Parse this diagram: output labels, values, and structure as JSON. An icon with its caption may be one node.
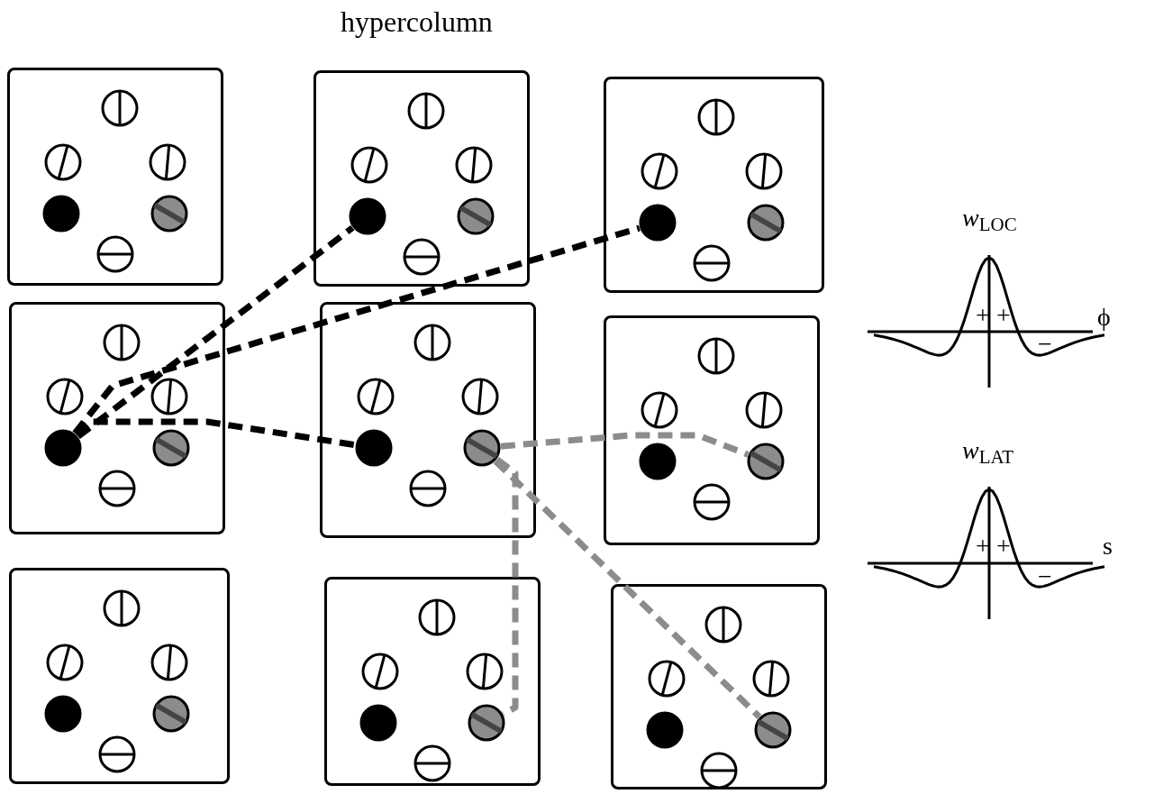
{
  "diagram": {
    "nodes": [
      {
        "text": [],
        "shape": "box"
      },
      {
        "text": [],
        "shape": "circle",
        "in": 0
      },
      {
        "text": [],
        "shape": "circle",
        "in": 0
      },
      {
        "text": [],
        "shape": "circle",
        "in": 0
      },
      {
        "text": [],
        "shape": "circle",
        "in": 0
      },
      {
        "text": [],
        "shape": "circle",
        "in": 0
      },
      {
        "text": [],
        "shape": "circle",
        "in": 0
      },
      {
        "text": [],
        "shape": "box"
      },
      {
        "text": [],
        "shape": "circle",
        "in": 7
      },
      {
        "text": [],
        "shape": "circle",
        "in": 7
      },
      {
        "text": [],
        "shape": "circle",
        "in": 7
      },
      {
        "text": [],
        "shape": "circle",
        "in": 7
      },
      {
        "text": [],
        "shape": "circle",
        "in": 7
      },
      {
        "text": [],
        "shape": "circle",
        "in": 7
      },
      {
        "text": [],
        "shape": "box"
      },
      {
        "text": [],
        "shape": "circle",
        "in": 14
      },
      {
        "text": [],
        "shape": "circle",
        "in": 14
      },
      {
        "text": [],
        "shape": "circle",
        "in": 14
      },
      {
        "text": [],
        "shape": "circle",
        "in": 14
      },
      {
        "text": [],
        "shape": "circle",
        "in": 14
      },
      {
        "text": [],
        "shape": "circle",
        "in": 14
      },
      {
        "text": [],
        "shape": "box"
      },
      {
        "text": [],
        "shape": "circle",
        "in": 21
      },
      {
        "text": [],
        "shape": "circle",
        "in": 21
      },
      {
        "text": [],
        "shape": "circle",
        "in": 21
      },
      {
        "text": [],
        "shape": "circle",
        "in": 21
      },
      {
        "text": [],
        "shape": "circle",
        "in": 21
      },
      {
        "text": [],
        "shape": "circle",
        "in": 21
      },
      {
        "text": [],
        "shape": "box"
      },
      {
        "text": [],
        "shape": "circle",
        "in": 28
      },
      {
        "text": [],
        "shape": "circle",
        "in": 28
      },
      {
        "text": [],
        "shape": "circle",
        "in": 28
      },
      {
        "text": [],
        "shape": "circle",
        "in": 28
      },
      {
        "text": [],
        "shape": "circle",
        "in": 28
      },
      {
        "text": [],
        "shape": "circle",
        "in": 28
      },
      {
        "text": [],
        "shape": "box"
      },
      {
        "text": [],
        "shape": "circle",
        "in": 35
      },
      {
        "text": [],
        "shape": "circle",
        "in": 35
      },
      {
        "text": [],
        "shape": "circle",
        "in": 35
      },
      {
        "text": [],
        "shape": "circle",
        "in": 35
      },
      {
        "text": [],
        "shape": "circle",
        "in": 35
      },
      {
        "text": [],
        "shape": "circle",
        "in": 35
      },
      {
        "text": [],
        "shape": "box"
      },
      {
        "text": [],
        "shape": "circle",
        "in": 42
      },
      {
        "text": [],
        "shape": "circle",
        "in": 42
      },
      {
        "text": [],
        "shape": "circle",
        "in": 42
      },
      {
        "text": [],
        "shape": "circle",
        "in": 42
      },
      {
        "text": [],
        "shape": "circle",
        "in": 42
      },
      {
        "text": [],
        "shape": "circle",
        "in": 42
      },
      {
        "text": [],
        "shape": "box"
      },
      {
        "text": [],
        "shape": "circle",
        "in": 49
      },
      {
        "text": [],
        "shape": "circle",
        "in": 49
      },
      {
        "text": [],
        "shape": "circle",
        "in": 49
      },
      {
        "text": [],
        "shape": "circle",
        "in": 49
      },
      {
        "text": [],
        "shape": "circle",
        "in": 49
      },
      {
        "text": [],
        "shape": "circle",
        "in": 49
      },
      {
        "text": [],
        "shape": "box"
      },
      {
        "text": [],
        "shape": "circle",
        "in": 56
      },
      {
        "text": [],
        "shape": "circle",
        "in": 56
      },
      {
        "text": [],
        "shape": "circle",
        "in": 56
      },
      {
        "text": [],
        "shape": "circle",
        "in": 56
      },
      {
        "text": [],
        "shape": "circle",
        "in": 56
      },
      {
        "text": [],
        "shape": "circle",
        "in": 56
      }
    ],
    "edges": [
      {
        "from": 25,
        "to": 11,
        "arrow": "none",
        "style": "dashed"
      },
      {
        "from": 25,
        "to": 18,
        "arrow": "none",
        "style": "dashed"
      },
      {
        "from": 25,
        "to": 32,
        "arrow": "none",
        "style": "dashed"
      },
      {
        "from": 33,
        "to": 40,
        "arrow": "none",
        "style": "dashed",
        "color": "#8c8c8c"
      },
      {
        "from": 33,
        "to": 54,
        "arrow": "none",
        "style": "dashed",
        "color": "#8c8c8c"
      },
      {
        "from": 33,
        "to": 61,
        "arrow": "none",
        "style": "dashed",
        "color": "#8c8c8c"
      }
    ],
    "labels": [
      "hypercolumn",
      "*w*$_{LOC}$",
      "+",
      "+",
      "−",
      "ϕ",
      "*w*$_{LAT}$",
      "+",
      "+",
      "−",
      "s"
    ]
  }
}
